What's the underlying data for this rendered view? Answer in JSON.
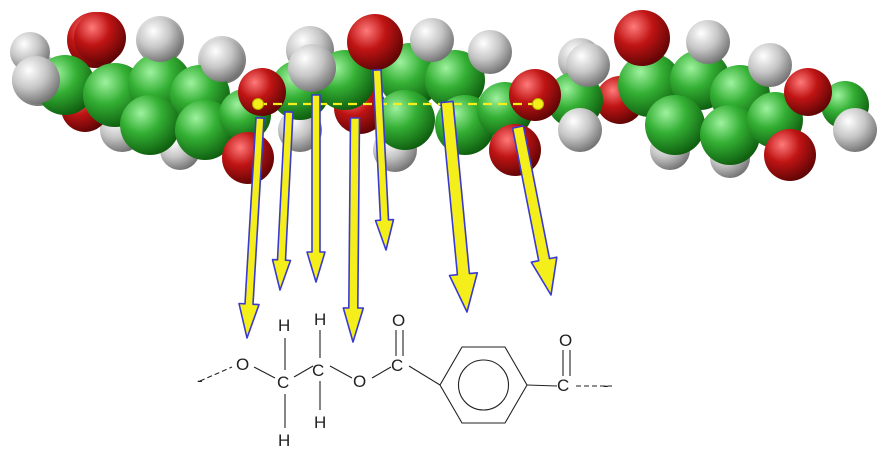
{
  "colors": {
    "carbon": "#2f9e2f",
    "oxygen": "#b01010",
    "hydrogen": "#b0b0b0",
    "arrow_fill": "#f4ef1a",
    "arrow_outline": "#3a3ad0",
    "repeat_line": "#f4ef1a",
    "ink": "#222222"
  },
  "structure": {
    "left_bond": "-",
    "o1": "O",
    "c1": "C",
    "c1_h_top": "H",
    "c1_h_bottom": "H",
    "c2": "C",
    "c2_h_top": "H",
    "c2_h_bottom": "H",
    "o2": "O",
    "c3": "C",
    "o3": "O",
    "c4": "C",
    "o4": "O",
    "right_bond": "-"
  },
  "icons": [
    "space-filling-molecule-icon",
    "benzene-ring-icon"
  ]
}
